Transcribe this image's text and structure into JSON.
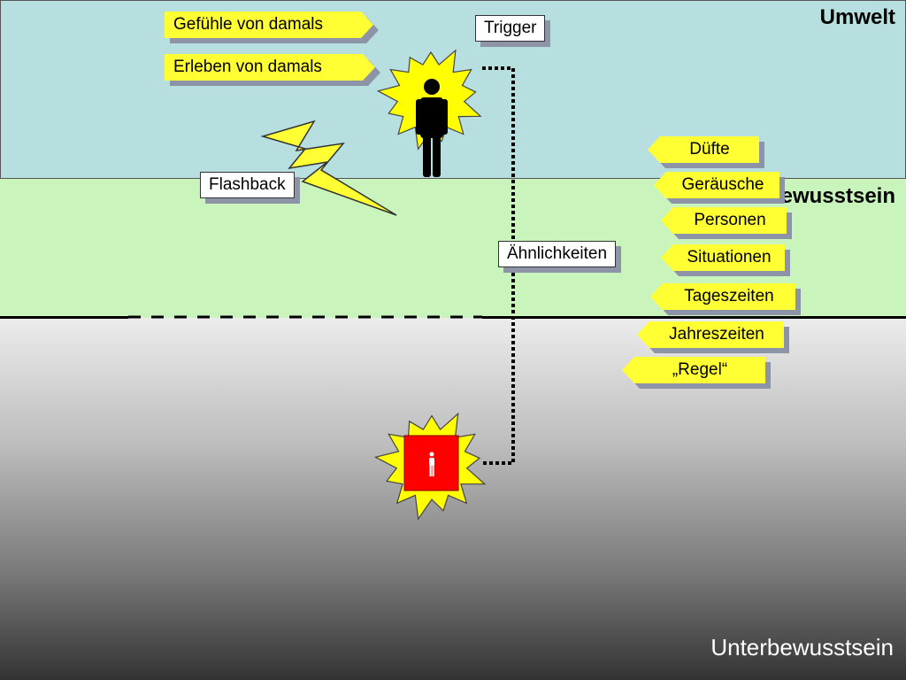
{
  "zones": {
    "environment": {
      "title": "Umwelt",
      "color": "#b8dfe0"
    },
    "conscious": {
      "title": "Bewusstsein",
      "color": "#c9f5bd"
    },
    "subconscious": {
      "title": "Unterbewusstsein"
    }
  },
  "labels": {
    "trigger": "Trigger",
    "flashback": "Flashback",
    "similarities": "Ähnlichkeiten"
  },
  "past_tags": [
    "Gefühle von damals",
    "Erleben von damals"
  ],
  "similarity_tags": [
    "Düfte",
    "Geräusche",
    "Personen",
    "Situationen",
    "Tageszeiten",
    "Jahreszeiten",
    "„Regel“"
  ],
  "colors": {
    "tag_yellow": "#ffff33",
    "tag_shadow": "#8e94a8",
    "starburst": "#ffff00",
    "memory_box": "#ff0000",
    "connector": "#000000"
  },
  "icons": [
    "person-icon",
    "small-person-icon",
    "lightning-icon",
    "starburst-icon"
  ]
}
